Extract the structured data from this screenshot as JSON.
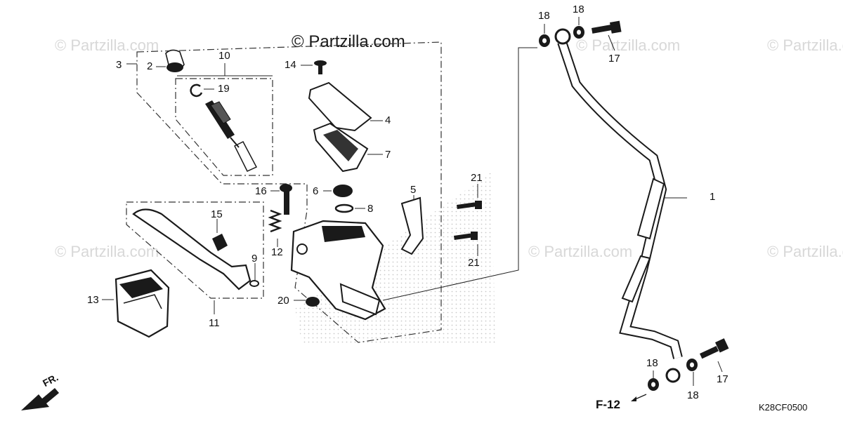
{
  "watermark": "© Partzilla.com",
  "brand_watermark": "© Partzilla.com",
  "callouts": [
    "1",
    "2",
    "3",
    "4",
    "5",
    "6",
    "7",
    "8",
    "9",
    "10",
    "11",
    "12",
    "13",
    "14",
    "15",
    "16",
    "17",
    "18",
    "19",
    "20",
    "21"
  ],
  "front_label": "FR.",
  "reference": "F-12",
  "diagram_code": "K28CF0500",
  "colors": {
    "line": "#222222",
    "part": "#1a1a1a",
    "watermark": "#d0d0d0"
  }
}
